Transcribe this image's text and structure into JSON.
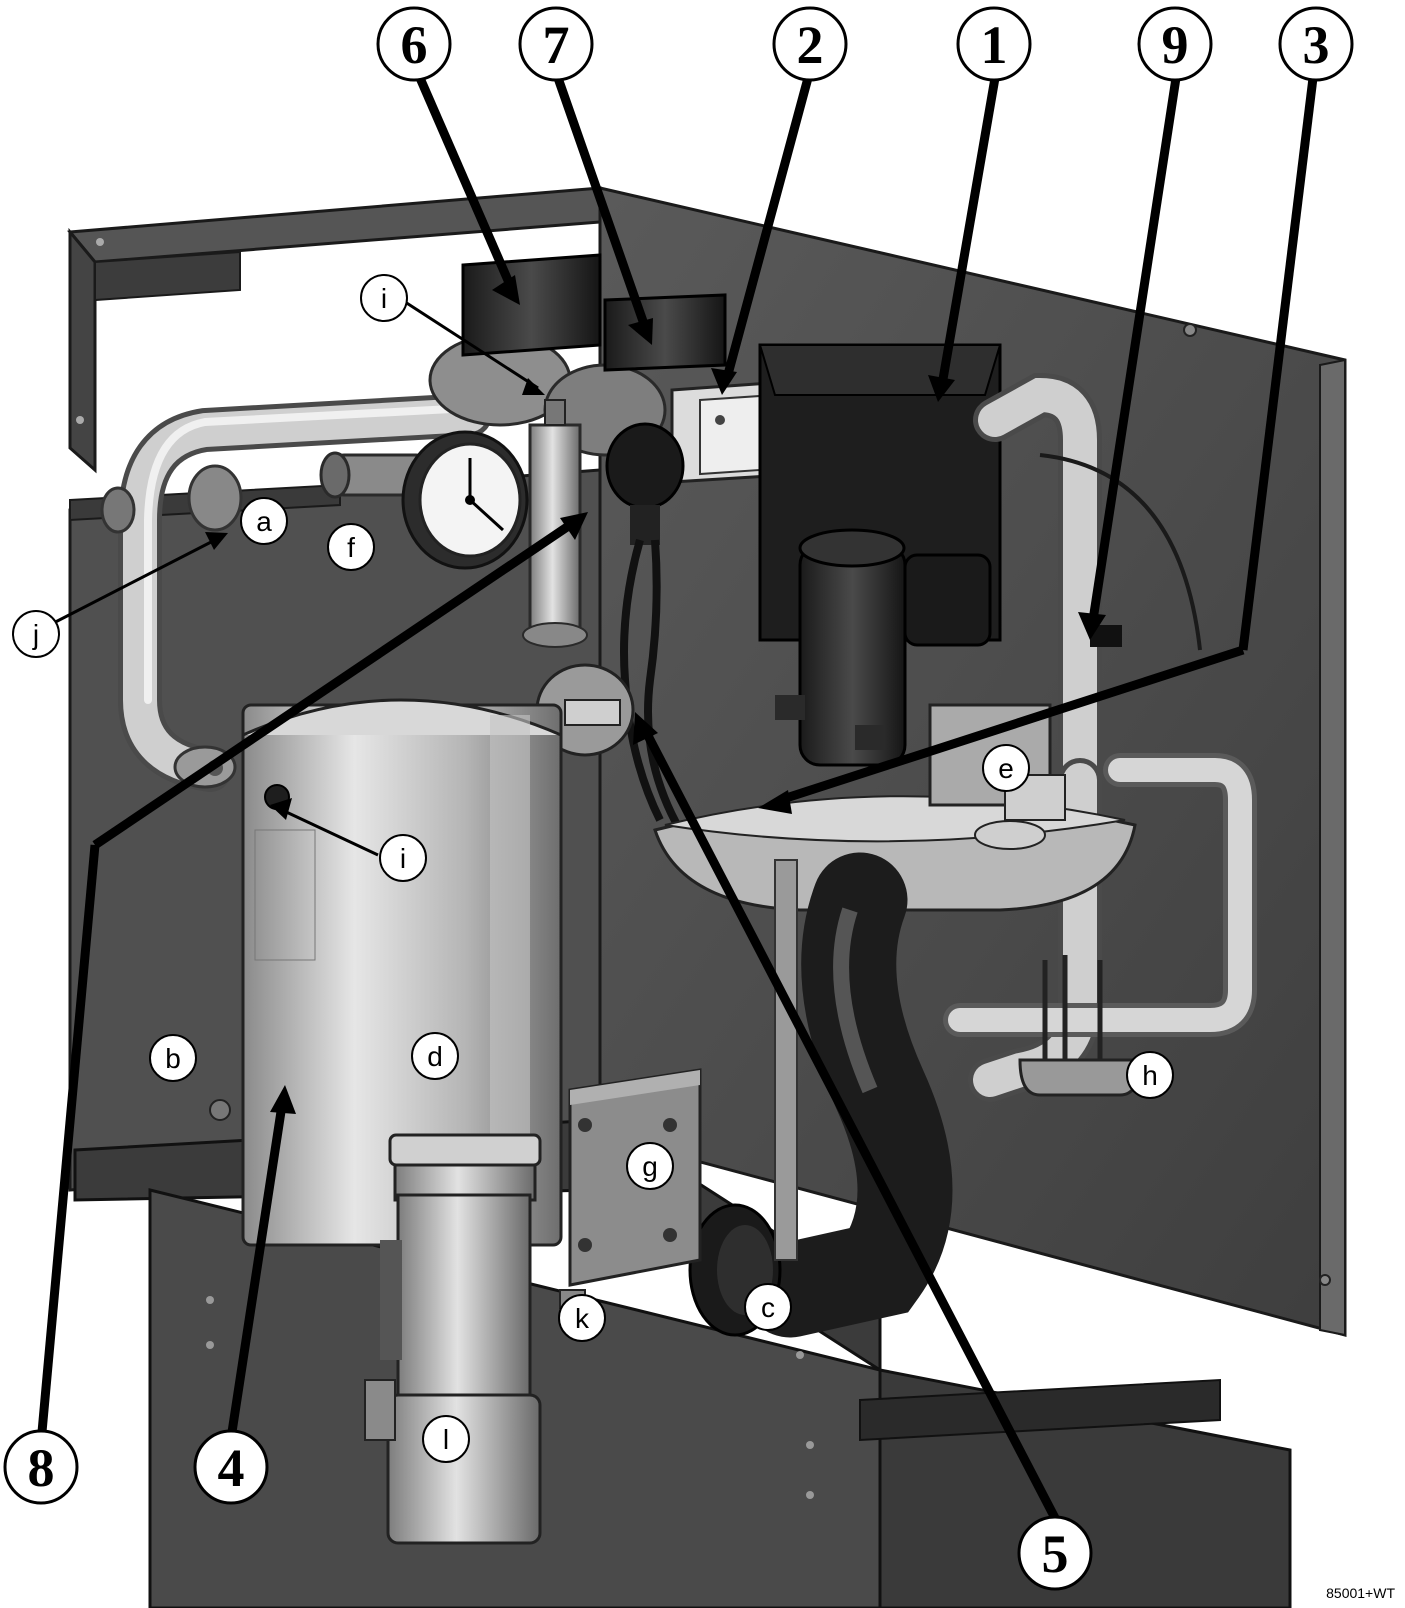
{
  "figure_code": "85001+WT",
  "colors": {
    "background": "#ffffff",
    "panel_dark": "#4a4a4a",
    "panel_mid": "#5f5f5f",
    "metal_light": "#c8c8c8",
    "metal_mid": "#9a9a9a",
    "component_black": "#1c1c1c",
    "leader": "#000000"
  },
  "callouts": {
    "n1": "1",
    "n2": "2",
    "n3": "3",
    "n4": "4",
    "n5": "5",
    "n6": "6",
    "n7": "7",
    "n8": "8",
    "n9": "9"
  },
  "letters": {
    "a": "a",
    "b": "b",
    "c": "c",
    "d": "d",
    "e": "e",
    "f": "f",
    "g": "g",
    "h": "h",
    "i_top": "i",
    "i_mid": "i",
    "j": "j",
    "k": "k",
    "l": "l"
  }
}
